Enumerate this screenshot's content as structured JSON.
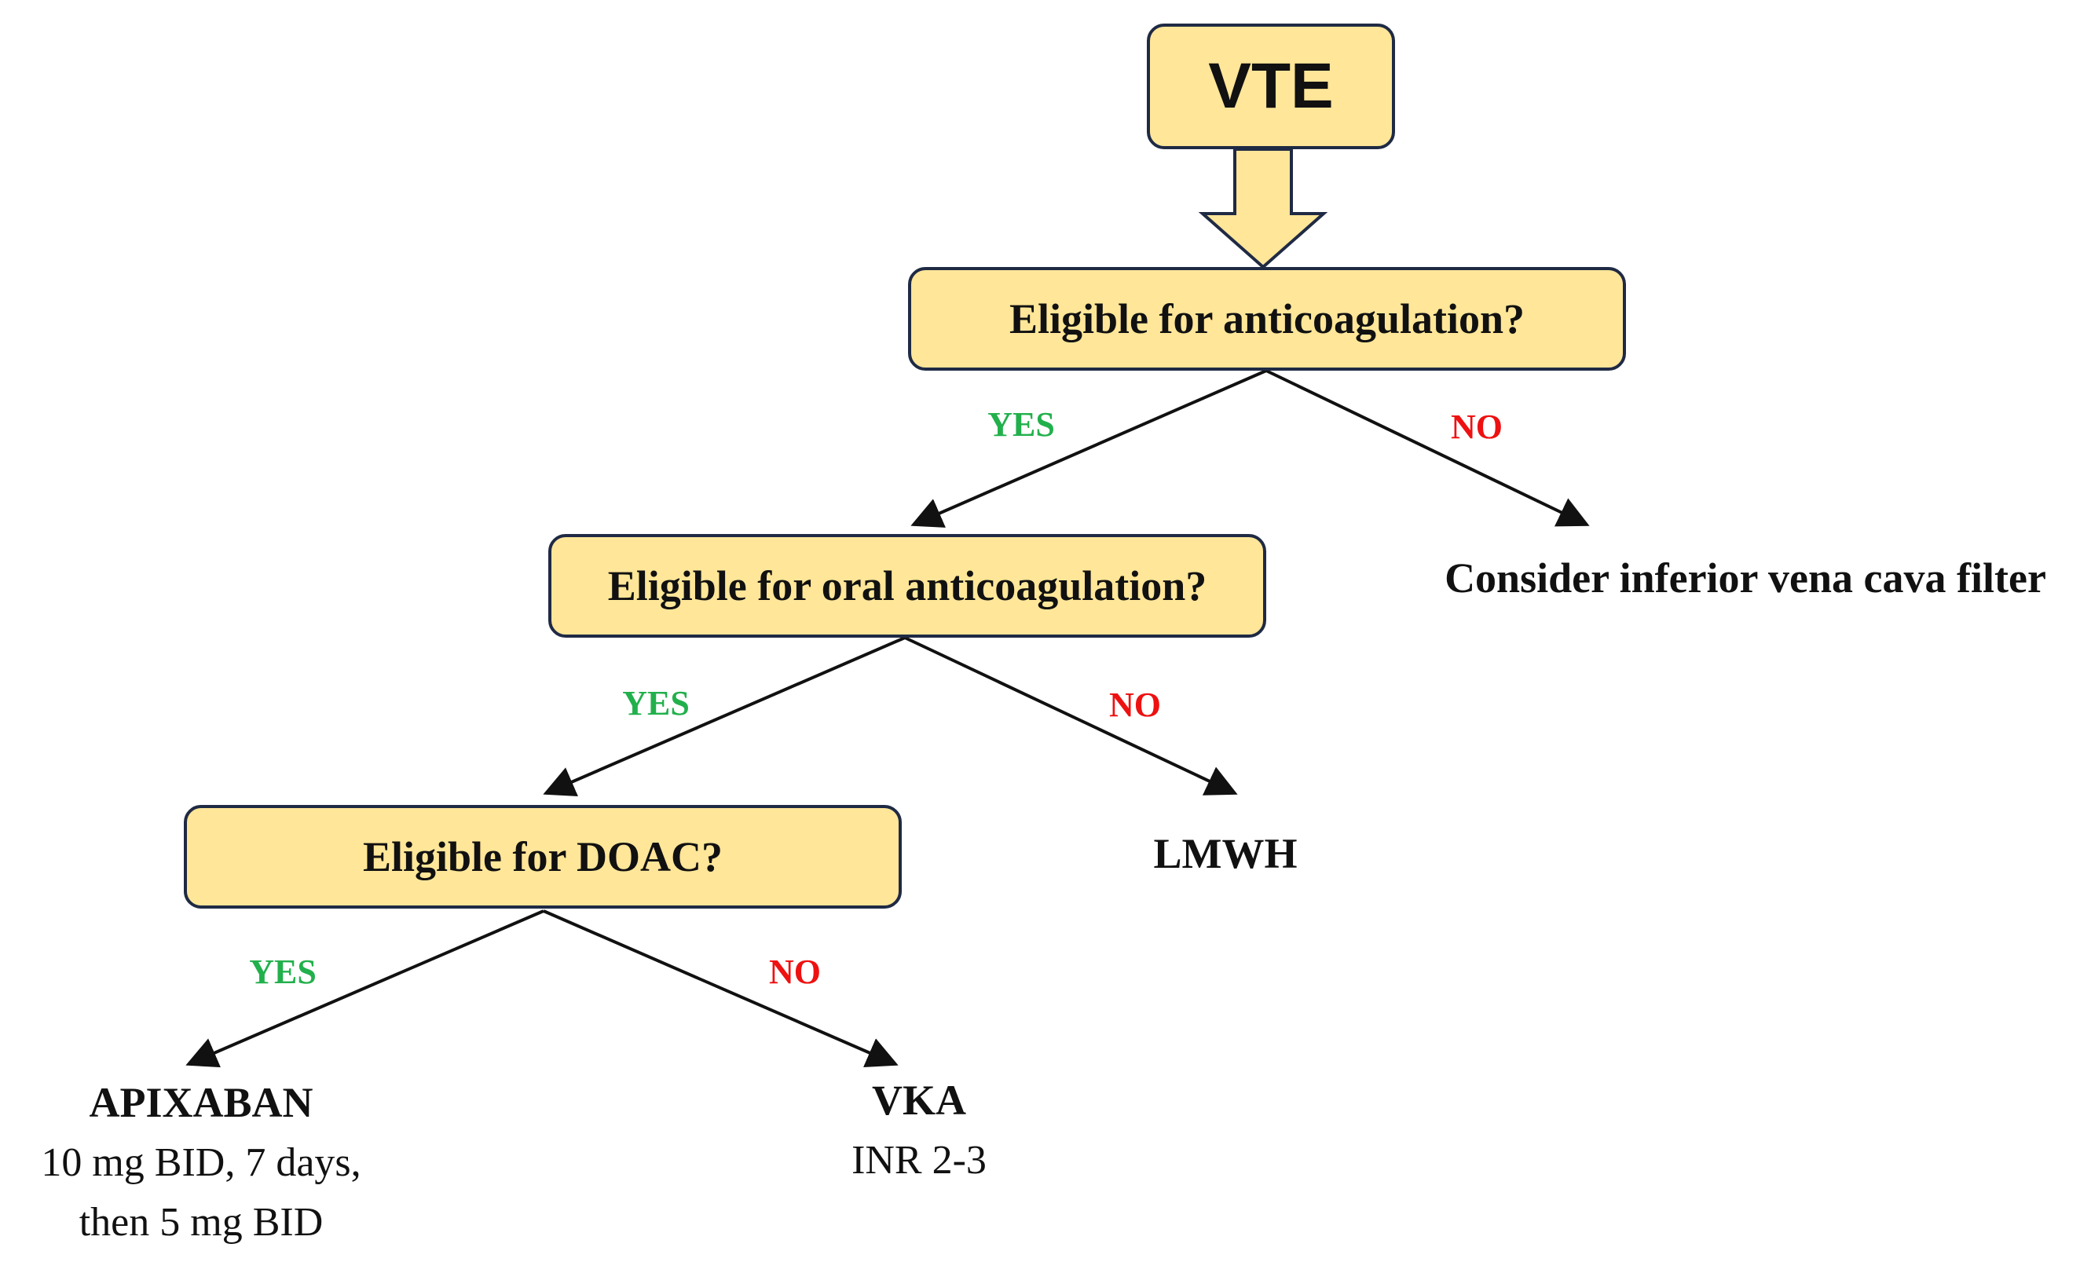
{
  "nodes": {
    "start": "VTE",
    "q1": "Eligible for anticoagulation?",
    "q2": "Eligible for oral anticoagulation?",
    "q3": "Eligible for DOAC?"
  },
  "edges": {
    "q1_yes": "YES",
    "q1_no": "NO",
    "q2_yes": "YES",
    "q2_no": "NO",
    "q3_yes": "YES",
    "q3_no": "NO"
  },
  "outcomes": {
    "ivc_filter": {
      "title": "Consider inferior vena cava filter"
    },
    "lmwh": {
      "title": "LMWH"
    },
    "apixaban": {
      "title": "APIXABAN",
      "line1": "10 mg BID, 7 days,",
      "line2": "then 5 mg BID"
    },
    "vka": {
      "title": "VKA",
      "line1": "INR 2-3"
    }
  },
  "colors": {
    "box_fill": "#ffe699",
    "box_border": "#1f2a44",
    "yes": "#22b04c",
    "no": "#ee1111",
    "arrow": "#111111"
  }
}
